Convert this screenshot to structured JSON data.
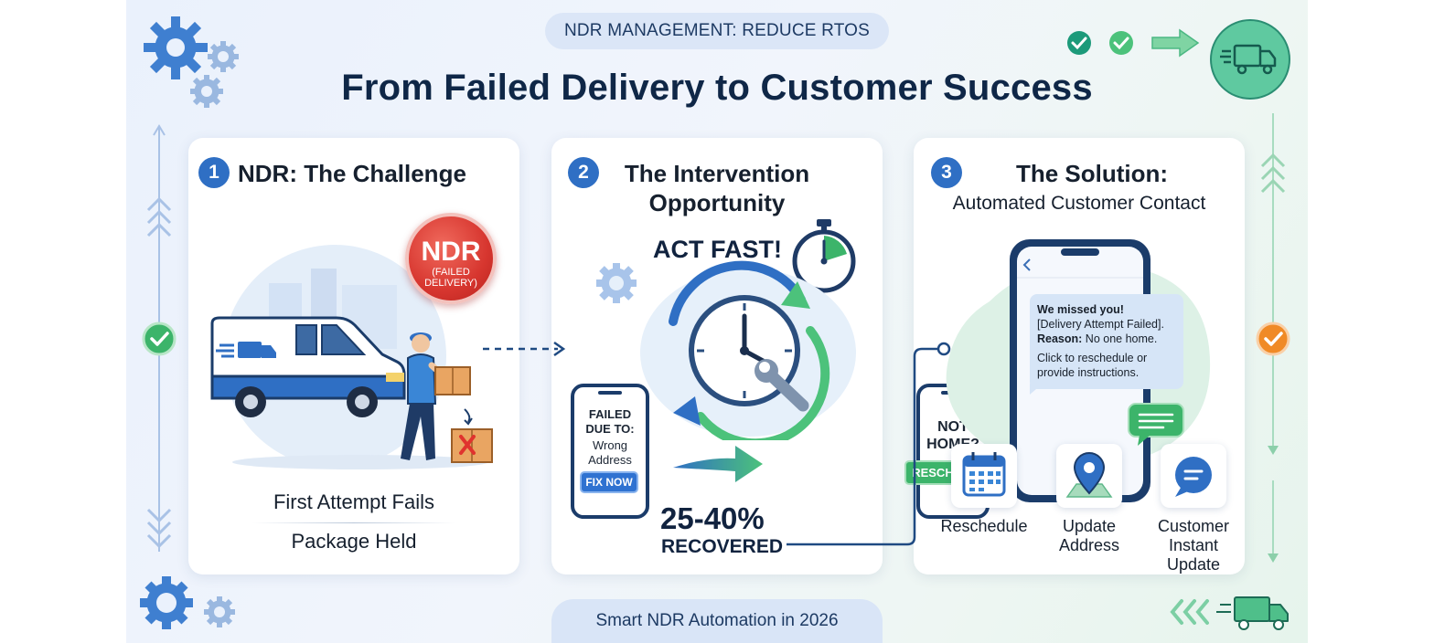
{
  "header": {
    "pill": "NDR MANAGEMENT: REDUCE RTOS",
    "title": "From Failed Delivery to Customer Success"
  },
  "steps": [
    {
      "number": "1",
      "title": "NDR: The Challenge",
      "badge_main": "NDR",
      "badge_sub_1": "(FAILED",
      "badge_sub_2": "DELIVERY)",
      "caption_1": "First Attempt Fails",
      "caption_2": "Package Held"
    },
    {
      "number": "2",
      "title_1": "The Intervention",
      "title_2": "Opportunity",
      "act_fast": "ACT FAST!",
      "phone_left": {
        "line_1": "FAILED",
        "line_2": "DUE TO:",
        "line_3": "Wrong",
        "line_4": "Address",
        "button": "FIX NOW"
      },
      "phone_right": {
        "line_1": "NOT",
        "line_2": "HOME?",
        "button": "RESCHEDULE"
      },
      "stat": "25-40%",
      "stat_label": "RECOVERED"
    },
    {
      "number": "3",
      "title_1": "The Solution:",
      "title_2": "Automated Customer Contact",
      "message": {
        "heading": "We missed you!",
        "line_1": "[Delivery Attempt Failed].",
        "reason_label": "Reason:",
        "reason_text": " No one home.",
        "line_3": "Click to reschedule or",
        "line_4": "provide instructions."
      },
      "actions": [
        {
          "label_1": "Reschedule",
          "label_2": "",
          "label_3": ""
        },
        {
          "label_1": "Update",
          "label_2": "Address",
          "label_3": ""
        },
        {
          "label_1": "Customer",
          "label_2": "Instant",
          "label_3": "Update"
        }
      ]
    }
  ],
  "footer": {
    "pill": "Smart NDR Automation in 2026"
  },
  "icons": {
    "gear": "gear-icon",
    "check": "check-circle-icon",
    "arrow": "arrow-right-icon",
    "truck": "delivery-truck-icon",
    "stopwatch": "stopwatch-icon",
    "clock": "clock-icon",
    "wrench": "wrench-icon",
    "calendar": "calendar-icon",
    "map_pin": "map-pin-icon",
    "chat": "chat-bubble-icon"
  },
  "colors": {
    "primary_blue": "#2f6fc4",
    "title_navy": "#0f2747",
    "ndr_red": "#d7362f",
    "success_green": "#3cb46a",
    "teal": "#1c9a7a",
    "accent_orange": "#f08a26"
  }
}
